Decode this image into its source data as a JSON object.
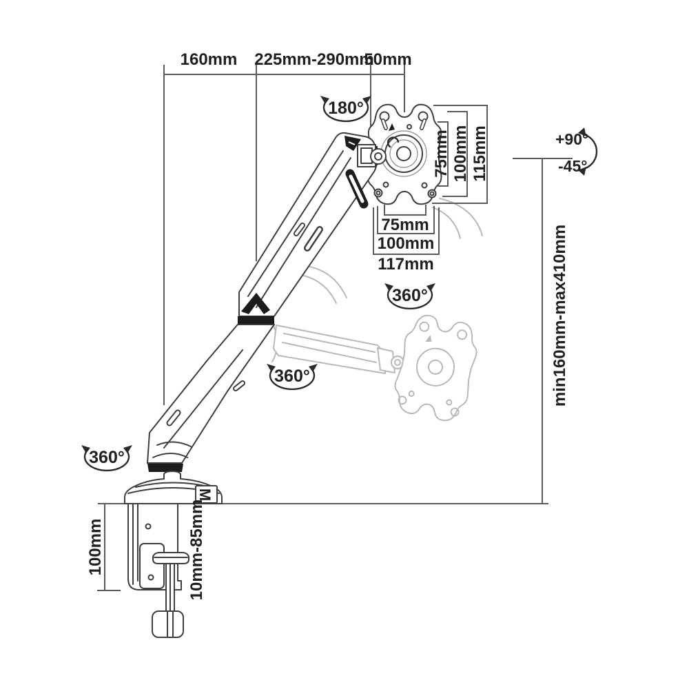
{
  "drawing": {
    "top_dims": {
      "base_to_elbow": "160mm",
      "arm_reach": "225mm-290mm",
      "head_offset": "50mm"
    },
    "vesa_vertical_dims": {
      "hole_spacing": "75mm",
      "plate_spacing": "100mm",
      "plate_height": "115mm"
    },
    "vesa_horizontal_dims": {
      "hole_spacing": "75mm",
      "plate_spacing": "100mm",
      "plate_width": "117mm"
    },
    "rotations": {
      "head_swivel": "180°",
      "vesa_rotation": "360°",
      "arm_swivel": "360°",
      "base_swivel": "360°"
    },
    "tilt": {
      "up": "+90°",
      "down": "-45°"
    },
    "height_range": "min160mm-max410mm",
    "clamp": {
      "bracket_height": "100mm",
      "desk_thickness_range": "10mm-85mm",
      "cable_clip_mark": "M"
    },
    "colors": {
      "line": "#3d3d3d",
      "ghost": "#b8b8b8",
      "accent_fill": "#1c1c1c"
    }
  }
}
